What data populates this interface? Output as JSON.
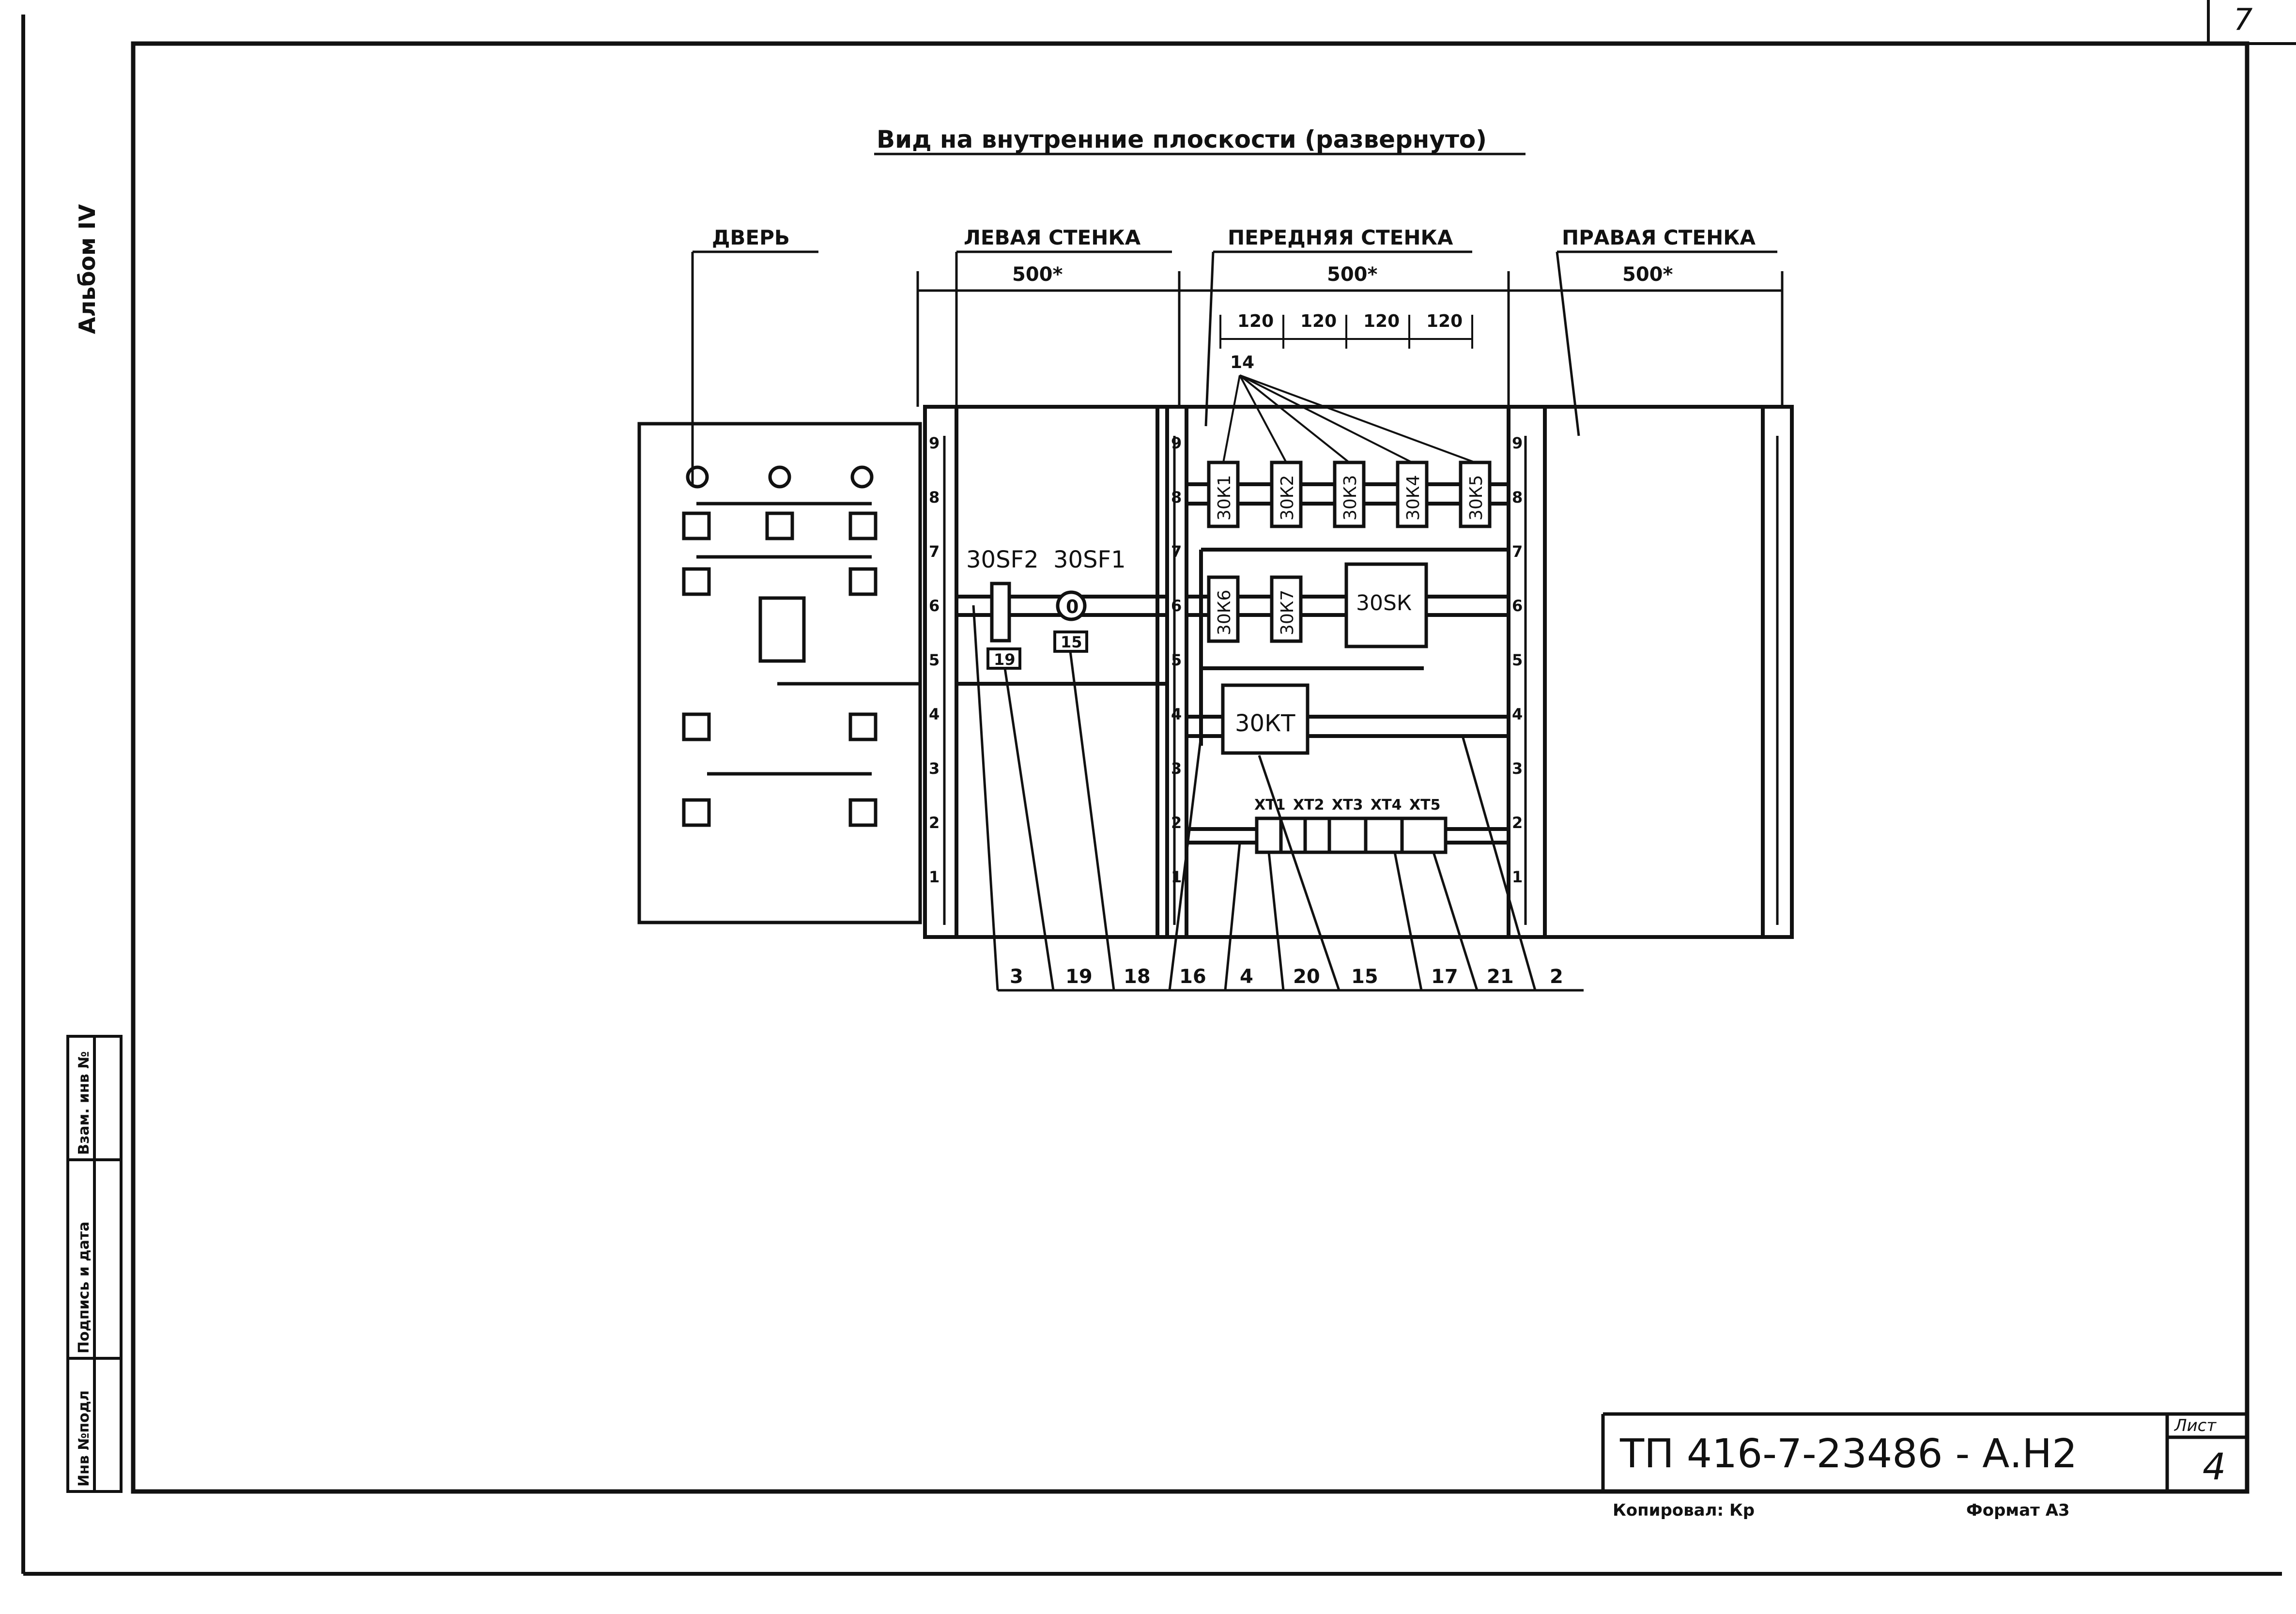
{
  "sheet": {
    "corner_number": "7",
    "album": "Альбом IV",
    "title": "Вид на внутренние плоскости (развернуто)",
    "stamp": {
      "inv_podl": "Инв №подл",
      "podpis_data": "Подпись и дата",
      "vzam_inv": "Взам. инв №"
    },
    "doc_code": "ТП 416-7-23486 - А.Н2",
    "list_label": "Лист",
    "list_number": "4",
    "copied": "Копировал: Кр",
    "format": "Формат А3"
  },
  "panels": {
    "door": "ДВЕРЬ",
    "left_wall": "ЛЕВАЯ СТЕНКА",
    "front_wall": "ПЕРЕДНЯЯ СТЕНКА",
    "right_wall": "ПРАВАЯ СТЕНКА"
  },
  "dimensions": {
    "left": "500*",
    "front": "500*",
    "right": "500*",
    "spacing": [
      "120",
      "120",
      "120",
      "120"
    ]
  },
  "scale_ticks": [
    "1",
    "2",
    "3",
    "4",
    "5",
    "6",
    "7",
    "8",
    "9"
  ],
  "components": {
    "breaker_1": "30SF2",
    "breaker_2": "30SF1",
    "tag_19": "19",
    "tag_15": "15",
    "relays": [
      "30К1",
      "30К2",
      "30К3",
      "30К4",
      "30К5",
      "30К6",
      "30К7"
    ],
    "switch": "30SК",
    "timer": "30КТ",
    "terminals": [
      "ХТ1",
      "ХТ2",
      "ХТ3",
      "ХТ4",
      "ХТ5"
    ],
    "leader_14": "14"
  },
  "callouts": [
    "3",
    "19",
    "18",
    "16",
    "4",
    "20",
    "15",
    "17",
    "21",
    "2"
  ]
}
